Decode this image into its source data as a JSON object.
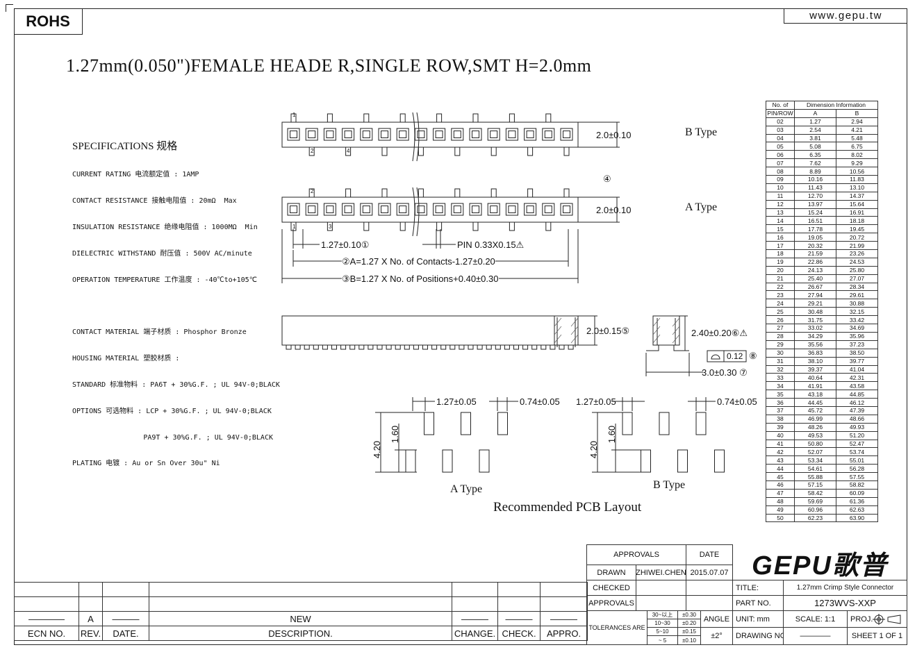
{
  "header": {
    "rohs": "ROHS",
    "website": "www.gepu.tw"
  },
  "title": "1.27mm(0.050\")FEMALE HEADE R,SINGLE ROW,SMT H=2.0mm",
  "specs": {
    "heading": "SPECIFICATIONS 规格",
    "lines1": [
      "CURRENT RATING 电流额定值 : 1AMP",
      "CONTACT RESISTANCE 接触电阻值 : 20mΩ  Max",
      "INSULATION RESISTANCE 绝缘电阻值 : 1000MΩ  Min",
      "DIELECTRIC WITHSTAND 耐压值 : 500V AC/minute",
      "OPERATION TEMPERATURE 工作温度 : -40℃to+105℃"
    ],
    "lines2": [
      "CONTACT MATERIAL 端子材质 : Phosphor Bronze",
      "HOUSING MATERIAL 塑胶材质 :",
      "STANDARD 标准物料 : PA6T + 30%G.F. ; UL 94V-0;BLACK",
      "OPTIONS 可选物料 : LCP + 30%G.F. ; UL 94V-0;BLACK",
      "                 PA9T + 30%G.F. ; UL 94V-0;BLACK",
      "PLATING 电镀 : Au or Sn Over 30u\" Ni"
    ]
  },
  "drawing": {
    "b_type": "B Type",
    "a_type": "A Type",
    "dim_h1": "2.0±0.10",
    "dim_h2": "2.0±0.10",
    "circ4": "④",
    "pitch": "1.27±0.10①",
    "pin": "PIN 0.33X0.15⚠",
    "dimA": "②A=1.27 X No. of Contacts-1.27±0.20",
    "dimB": "③B=1.27 X No. of Positions+0.40±0.30",
    "side_h": "2.0±0.15⑤",
    "side_h2": "2.40±0.20⑥⚠",
    "flat": "0.12",
    "flat_n": "⑧",
    "foot": "3.0±0.30 ⑦",
    "pcb_a_pitch": "1.27±0.05",
    "pcb_a_w": "0.74±0.05",
    "pcb_b_pitch": "1.27±0.05",
    "pcb_b_w": "0.74±0.05",
    "pcb_420": "4.20",
    "pcb_160": "1.60",
    "pcb_a_type": "A Type",
    "pcb_b_type": "B Type",
    "pcb_title": "Recommended PCB Layout",
    "pin_nums_top": [
      "1",
      "2"
    ],
    "pin_nums_b": [
      "2",
      "4"
    ],
    "pin_nums_a": [
      "1",
      "3"
    ]
  },
  "dim_table": {
    "h1": [
      "No. of",
      "Dimension Information"
    ],
    "h2": [
      "PIN/ROW",
      "A",
      "B"
    ],
    "rows": [
      [
        "02",
        "1.27",
        "2.94"
      ],
      [
        "03",
        "2.54",
        "4.21"
      ],
      [
        "04",
        "3.81",
        "5.48"
      ],
      [
        "05",
        "5.08",
        "6.75"
      ],
      [
        "06",
        "6.35",
        "8.02"
      ],
      [
        "07",
        "7.62",
        "9.29"
      ],
      [
        "08",
        "8.89",
        "10.56"
      ],
      [
        "09",
        "10.16",
        "11.83"
      ],
      [
        "10",
        "11.43",
        "13.10"
      ],
      [
        "11",
        "12.70",
        "14.37"
      ],
      [
        "12",
        "13.97",
        "15.64"
      ],
      [
        "13",
        "15.24",
        "16.91"
      ],
      [
        "14",
        "16.51",
        "18.18"
      ],
      [
        "15",
        "17.78",
        "19.45"
      ],
      [
        "16",
        "19.05",
        "20.72"
      ],
      [
        "17",
        "20.32",
        "21.99"
      ],
      [
        "18",
        "21.59",
        "23.26"
      ],
      [
        "19",
        "22.86",
        "24.53"
      ],
      [
        "20",
        "24.13",
        "25.80"
      ],
      [
        "21",
        "25.40",
        "27.07"
      ],
      [
        "22",
        "26.67",
        "28.34"
      ],
      [
        "23",
        "27.94",
        "29.61"
      ],
      [
        "24",
        "29.21",
        "30.88"
      ],
      [
        "25",
        "30.48",
        "32.15"
      ],
      [
        "26",
        "31.75",
        "33.42"
      ],
      [
        "27",
        "33.02",
        "34.69"
      ],
      [
        "28",
        "34.29",
        "35.96"
      ],
      [
        "29",
        "35.56",
        "37.23"
      ],
      [
        "30",
        "36.83",
        "38.50"
      ],
      [
        "31",
        "38.10",
        "39.77"
      ],
      [
        "32",
        "39.37",
        "41.04"
      ],
      [
        "33",
        "40.64",
        "42.31"
      ],
      [
        "34",
        "41.91",
        "43.58"
      ],
      [
        "35",
        "43.18",
        "44.85"
      ],
      [
        "36",
        "44.45",
        "46.12"
      ],
      [
        "37",
        "45.72",
        "47.39"
      ],
      [
        "38",
        "46.99",
        "48.66"
      ],
      [
        "39",
        "48.26",
        "49.93"
      ],
      [
        "40",
        "49.53",
        "51.20"
      ],
      [
        "41",
        "50.80",
        "52.47"
      ],
      [
        "42",
        "52.07",
        "53.74"
      ],
      [
        "43",
        "53.34",
        "55.01"
      ],
      [
        "44",
        "54.61",
        "56.28"
      ],
      [
        "45",
        "55.88",
        "57.55"
      ],
      [
        "46",
        "57.15",
        "58.82"
      ],
      [
        "47",
        "58.42",
        "60.09"
      ],
      [
        "48",
        "59.69",
        "61.36"
      ],
      [
        "49",
        "60.96",
        "62.63"
      ],
      [
        "50",
        "62.23",
        "63.90"
      ]
    ]
  },
  "revision": {
    "row_a": [
      "",
      "A",
      "",
      "NEW",
      "",
      "",
      ""
    ],
    "headers": [
      "ECN NO.",
      "REV.",
      "DATE.",
      "DESCRIPTION.",
      "CHANGE.",
      "CHECK.",
      "APPRO."
    ]
  },
  "title_block": {
    "approvals_h": "APPROVALS",
    "date_h": "DATE",
    "drawn": "DRAWN",
    "drawn_by": "ZHIWEI.CHEN",
    "drawn_date": "2015.07.07",
    "checked": "CHECKED",
    "approvals": "APPROVALS",
    "logo": "GEPU歌普",
    "title_label": "TITLE:",
    "title_value": "1.27mm Crimp Style Connector",
    "part_label": "PART NO.",
    "part_value": "1273WVS-XXP",
    "tol_label": "TOLERANCES ARE",
    "tol_ranges": [
      "30~以上",
      "10~30",
      "5~10",
      "~ 5"
    ],
    "tol_values": [
      "±0.30",
      "±0.20",
      "±0.15",
      "±0.10"
    ],
    "angle_label": "ANGLE",
    "angle_value": "±2°",
    "unit": "UNIT: mm",
    "scale": "SCALE:   1:1",
    "proj": "PROJ.",
    "drawing_no": "DRAWING NO.",
    "drawing_no_value": "————",
    "sheet": "SHEET   1 OF 1"
  }
}
